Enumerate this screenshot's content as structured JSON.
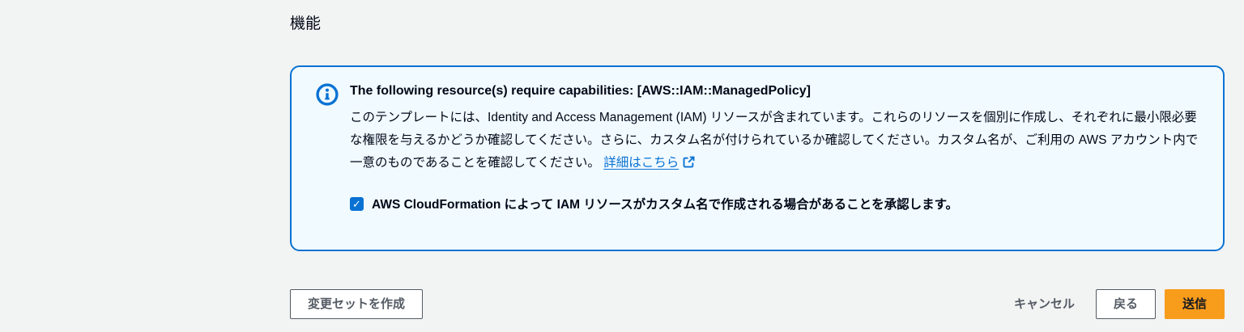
{
  "page": {
    "background_color": "#f2f3f3",
    "heading": "機能"
  },
  "alert": {
    "type": "info",
    "border_color": "#0972d3",
    "background_color": "#f1faff",
    "icon": "info-circle-icon",
    "title": "The following resource(s) require capabilities: [AWS::IAM::ManagedPolicy]",
    "body": "このテンプレートには、Identity and Access Management (IAM) リソースが含まれています。これらのリソースを個別に作成し、それぞれに最小限必要な権限を与えるかどうか確認してください。さらに、カスタム名が付けられているか確認してください。カスタム名が、ご利用の AWS アカウント内で一意のものであることを確認してください。",
    "link": {
      "label": "詳細はこちら",
      "color": "#0972d3",
      "icon": "external-link-icon"
    },
    "checkbox": {
      "checked": true,
      "glyph": "✓",
      "color": "#0972d3",
      "label": "AWS CloudFormation によって IAM リソースがカスタム名で作成される場合があることを承認します。"
    }
  },
  "actions": {
    "create_change_set": "変更セットを作成",
    "cancel": "キャンセル",
    "back": "戻る",
    "submit": "送信",
    "submit_background": "#f89c1c",
    "submit_text_color": "#16191f"
  }
}
